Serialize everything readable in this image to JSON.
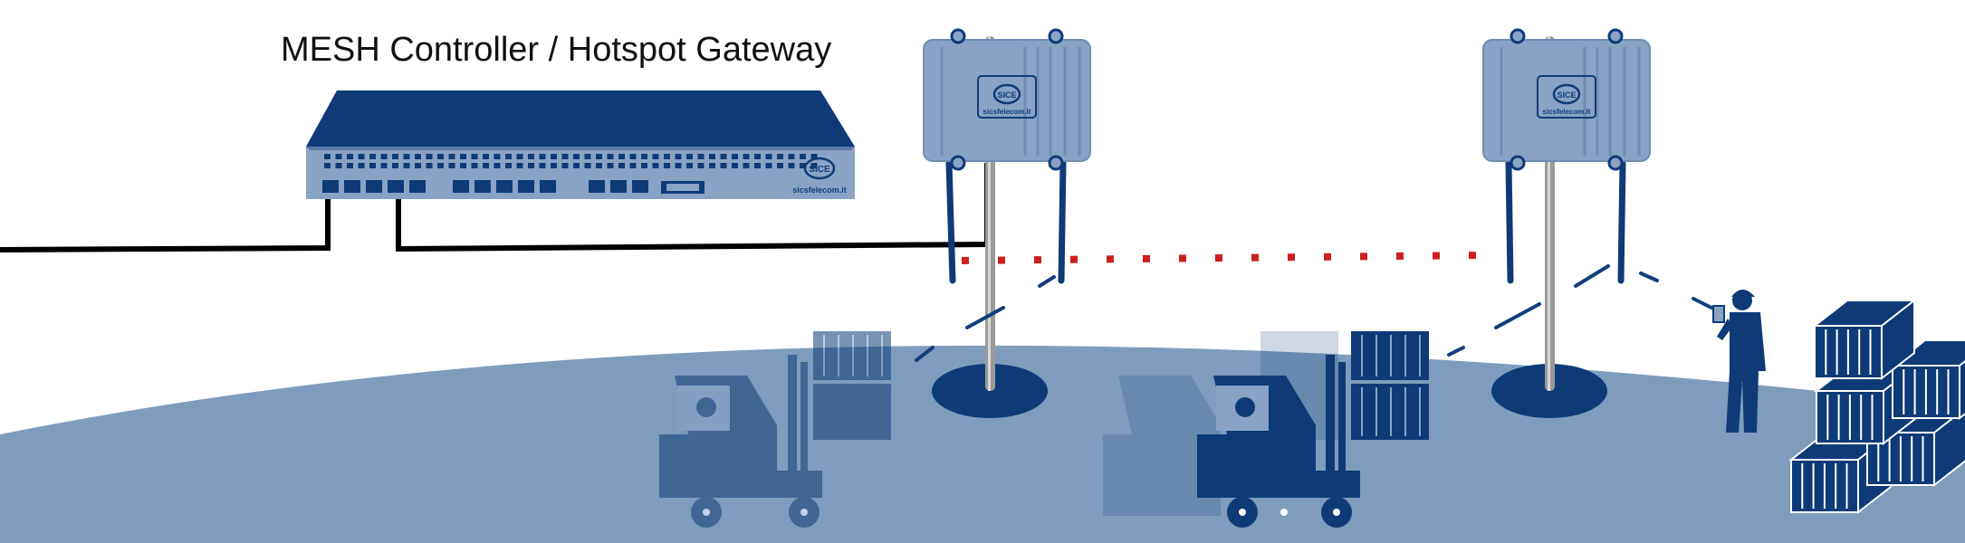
{
  "title": "MESH Controller / Hotspot Gateway",
  "brand": {
    "logo_text": "sicsfelecom.it",
    "logo_mark": "SICE"
  },
  "colors": {
    "ground": "#7f9cbc",
    "navy": "#0e3b78",
    "device_light": "#8aa3c4",
    "device_mid": "#6f8db3",
    "cable": "#000000",
    "mesh_link": "#cc1f1f",
    "wifi_dash": "#123f7c",
    "pole": "#9a9a9a"
  },
  "icons": [
    "mesh-controller-icon",
    "access-point-icon",
    "forklift-icon",
    "worker-icon",
    "crate-icon"
  ]
}
